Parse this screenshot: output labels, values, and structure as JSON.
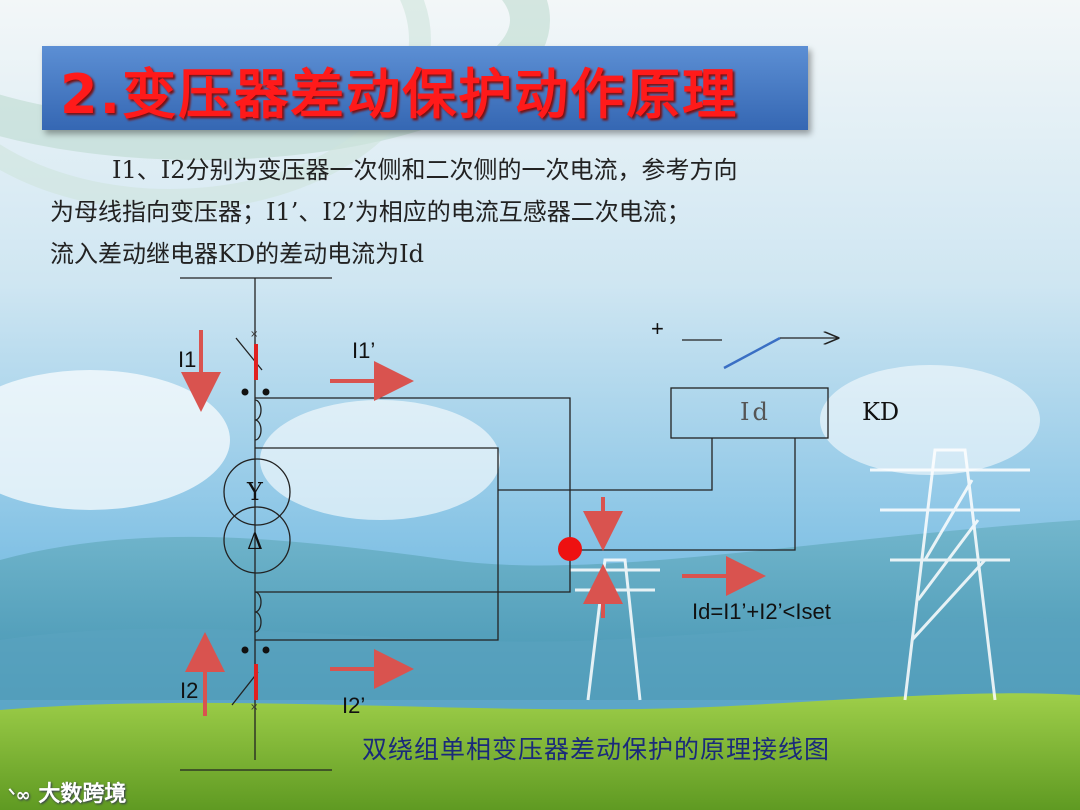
{
  "slide": {
    "title": "2.变压器差动保护动作原理",
    "paragraph_lines": [
      "I1、I2分别为变压器一次侧和二次侧的一次电流，参考方向",
      "为母线指向变压器；I1’、I2’为相应的电流互感器二次电流；",
      "流入差动继电器KD的差动电流为Id"
    ],
    "caption": "双绕组单相变压器差动保护的原理接线图",
    "logo_text": "大数跨境"
  },
  "diagram": {
    "label_I1": "I1",
    "label_I1p": "I1’",
    "label_I2": "I2",
    "label_I2p": "I2’",
    "plus_sign": "+",
    "relay_label": "Id",
    "relay_name": "KD",
    "equation": "Id=I1’+I2’<Iset",
    "star_symbol": "Y",
    "delta_symbol": "Δ",
    "arrow_color": "#d9534f",
    "junction_color": "#ee1111"
  }
}
